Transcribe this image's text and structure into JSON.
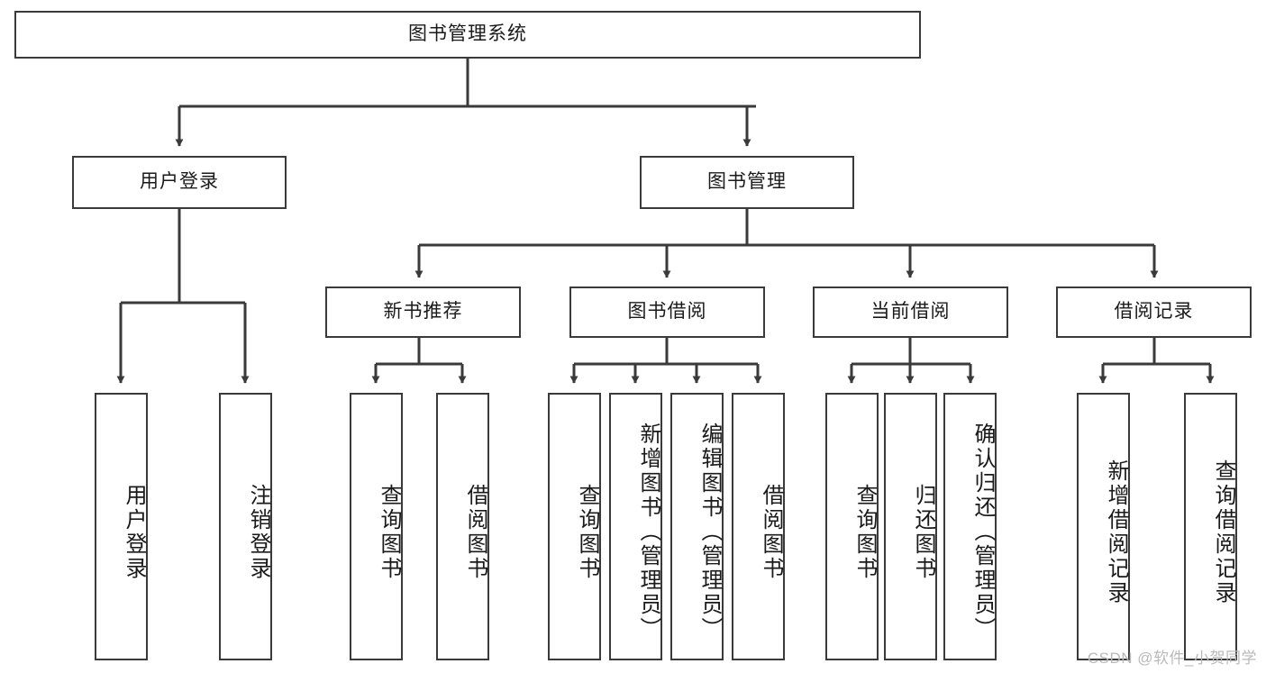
{
  "diagram": {
    "type": "tree-hierarchy",
    "title": "图书管理系统",
    "watermark": "CSDN @软件_小贺同学",
    "colors": {
      "box_border": "#3a3a3a",
      "box_fill": "#ffffff",
      "edge": "#3a3a3a",
      "text": "#1a1a1a",
      "watermark": "#b9b9b9"
    },
    "root": {
      "label": "图书管理系统"
    },
    "level2": [
      {
        "label": "用户登录"
      },
      {
        "label": "图书管理"
      }
    ],
    "level3": [
      {
        "label": "新书推荐"
      },
      {
        "label": "图书借阅"
      },
      {
        "label": "当前借阅"
      },
      {
        "label": "借阅记录"
      }
    ],
    "leaves": {
      "user_login": [
        {
          "label": "用户登录"
        },
        {
          "label": "注销登录"
        }
      ],
      "new_book_recommend": [
        {
          "label": "查询图书"
        },
        {
          "label": "借阅图书"
        }
      ],
      "book_borrow": [
        {
          "label": "查询图书"
        },
        {
          "label": "新增图书（管理员）"
        },
        {
          "label": "编辑图书（管理员）"
        },
        {
          "label": "借阅图书"
        }
      ],
      "current_borrow": [
        {
          "label": "查询图书"
        },
        {
          "label": "归还图书"
        },
        {
          "label": "确认归还（管理员）"
        }
      ],
      "borrow_record": [
        {
          "label": "新增借阅记录"
        },
        {
          "label": "查询借阅记录"
        }
      ]
    }
  }
}
